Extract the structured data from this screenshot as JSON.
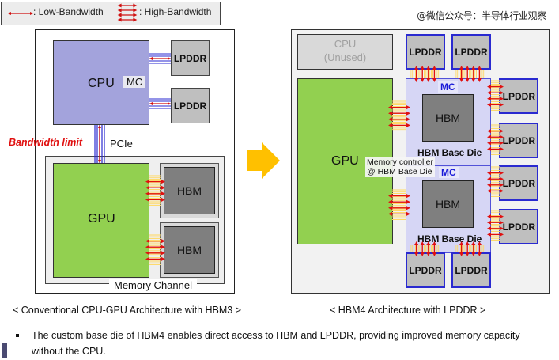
{
  "legend": {
    "low_bandwidth_label": ": Low-Bandwidth",
    "high_bandwidth_label": ": High-Bandwidth"
  },
  "watermark": "@微信公众号：半导体行业观察",
  "left_diagram": {
    "cpu_label": "CPU",
    "mc_label": "MC",
    "lpddr_labels": [
      "LPDDR",
      "LPDDR"
    ],
    "bandwidth_limit_label": "Bandwidth limit",
    "pcie_label": "PCIe",
    "gpu_label": "GPU",
    "hbm_labels": [
      "HBM",
      "HBM"
    ],
    "memory_channel_label": "Memory Channel",
    "caption": "< Conventional CPU-GPU Architecture with HBM3 >"
  },
  "arrow_icon": "right-arrow-icon",
  "right_diagram": {
    "cpu_label": "CPU",
    "cpu_sublabel": "(Unused)",
    "gpu_label": "GPU",
    "memory_controller_note": [
      "Memory controller",
      "@ HBM Base Die"
    ],
    "stacks": [
      {
        "mc_label": "MC",
        "hbm_label": "HBM",
        "base_die_label": "HBM Base Die"
      },
      {
        "mc_label": "MC",
        "hbm_label": "HBM",
        "base_die_label": "HBM Base Die"
      }
    ],
    "lpddr_top": [
      "LPDDR",
      "LPDDR"
    ],
    "lpddr_right": [
      "LPDDR",
      "LPDDR",
      "LPDDR",
      "LPDDR"
    ],
    "lpddr_bottom": [
      "LPDDR",
      "LPDDR"
    ],
    "caption": "< HBM4 Architecture with LPDDR >"
  },
  "bullet": {
    "text": "The custom base die of HBM4 enables direct access to HBM and LPDDR, providing improved memory capacity without the CPU."
  },
  "colors": {
    "cpu": "#a3a3dc",
    "gpu": "#92d050",
    "hbm": "#7f7f7f",
    "base_die": "#d6d6f5",
    "arrow_red": "#e01010",
    "link_blue": "#2a2ad0",
    "highlight_yellow": "#ffd966",
    "big_arrow": "#ffc000"
  }
}
